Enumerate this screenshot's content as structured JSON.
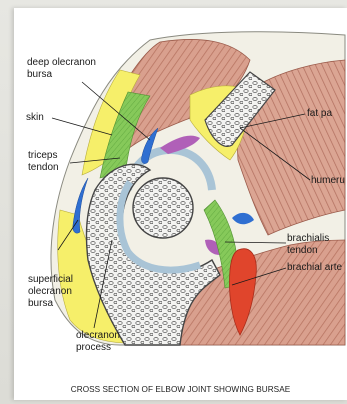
{
  "labels": {
    "deep_olecranon_bursa": [
      "deep olecranon",
      "bursa"
    ],
    "skin": "skin",
    "triceps_tendon": [
      "triceps",
      "tendon"
    ],
    "superficial_olecranon_bursa": [
      "superficial",
      "olecranon",
      "bursa"
    ],
    "olecranon_process": [
      "olecranon",
      "process"
    ],
    "fat_pad": "fat pa",
    "humerus": "humeru",
    "brachialis_tendon": [
      "brachialis",
      "tendon"
    ],
    "brachial_artery": "brachial arte"
  },
  "caption": "CROSS SECTION OF ELBOW JOINT SHOWING BURSAE",
  "colors": {
    "muscle": "#d9a08e",
    "muscle_stripe": "#b87562",
    "fat": "#f6ef6a",
    "tendon": "#86c95a",
    "bursa": "#2f6fd1",
    "bone_outline": "#444444",
    "cartilage": "#a9c4d6",
    "synovial": "#b060b8",
    "artery": "#e0452c",
    "skin": "#f2f0e6"
  }
}
